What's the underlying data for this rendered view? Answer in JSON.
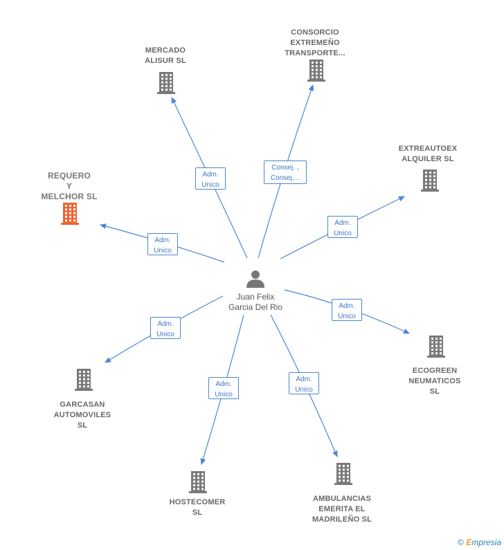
{
  "center": {
    "name": "Juan Felix\nGarcia Del Rio",
    "icon": "person-icon"
  },
  "companies": [
    {
      "id": "mercado",
      "name": "MERCADO\nALISUR  SL",
      "icon": "building-icon",
      "color": "#7a7a7a"
    },
    {
      "id": "consorcio",
      "name": "CONSORCIO\nEXTREMEÑO\nTRANSPORTE...",
      "icon": "building-icon",
      "color": "#7a7a7a"
    },
    {
      "id": "requero",
      "name": "REQUERO\nY\nMELCHOR  SL",
      "icon": "building-icon",
      "color": "#f0642d"
    },
    {
      "id": "extreautoex",
      "name": "EXTREAUTOEX\nALQUILER  SL",
      "icon": "building-icon",
      "color": "#7a7a7a"
    },
    {
      "id": "ecogreen",
      "name": "ECOGREEN\nNEUMATICOS\nSL",
      "icon": "building-icon",
      "color": "#7a7a7a"
    },
    {
      "id": "garcasan",
      "name": "GARCASAN\nAUTOMOVILES\nSL",
      "icon": "building-icon",
      "color": "#7a7a7a"
    },
    {
      "id": "hostecomer",
      "name": "HOSTECOMER\nSL",
      "icon": "building-icon",
      "color": "#7a7a7a"
    },
    {
      "id": "ambulancias",
      "name": "AMBULANCIAS\nEMERITA EL\nMADRILEÑO SL",
      "icon": "building-icon",
      "color": "#7a7a7a"
    }
  ],
  "edges": [
    {
      "to": "mercado",
      "label": "Adm.\nUnico"
    },
    {
      "to": "consorcio",
      "label": "Consej. ,\nConsej...."
    },
    {
      "to": "requero",
      "label": "Adm.\nUnico"
    },
    {
      "to": "extreautoex",
      "label": "Adm.\nUnico"
    },
    {
      "to": "ecogreen",
      "label": "Adm.\nUnico"
    },
    {
      "to": "garcasan",
      "label": "Adm.\nUnico"
    },
    {
      "to": "hostecomer",
      "label": "Adm.\nUnico"
    },
    {
      "to": "ambulancias",
      "label": "Adm.\nUnico"
    }
  ],
  "colors": {
    "edge": "#4a86d8",
    "label_border": "#4a86c8",
    "label_text": "#3b78c4",
    "person": "#777777"
  },
  "footer": {
    "copyright": "©",
    "brand_first": "E",
    "brand_rest": "mpresia"
  }
}
